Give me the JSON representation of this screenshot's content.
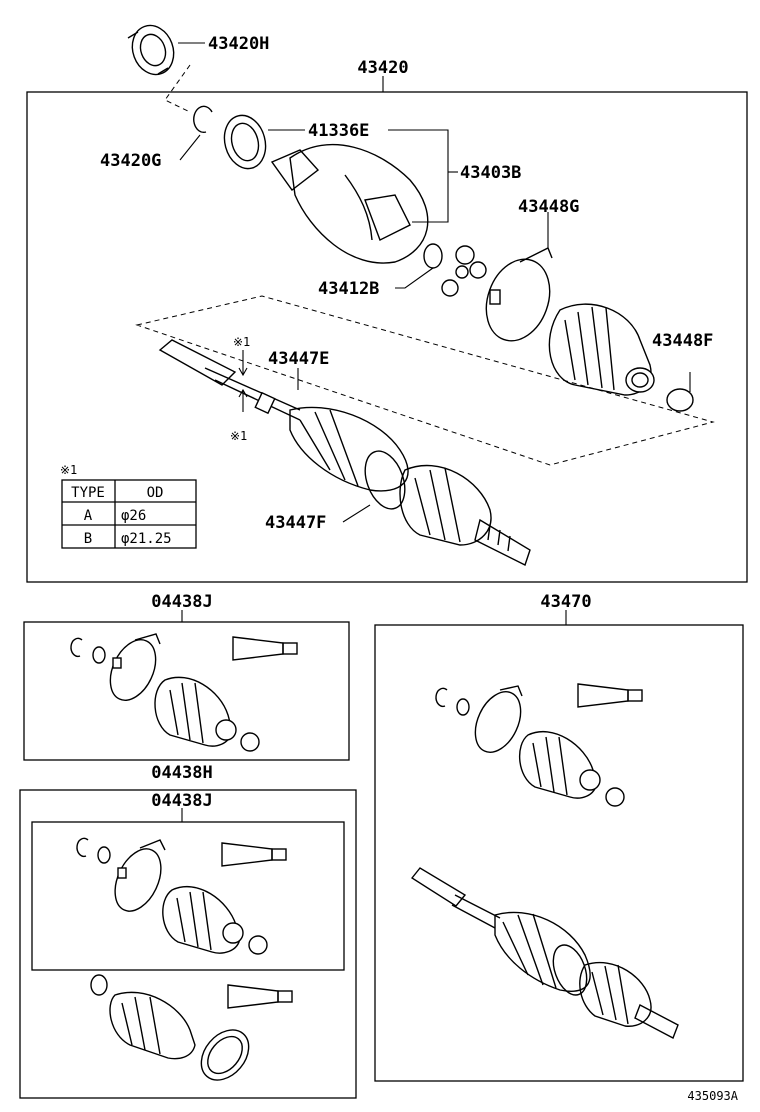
{
  "parts": {
    "p43420H": "43420H",
    "p43420": "43420",
    "p41336E": "41336E",
    "p43420G": "43420G",
    "p43403B": "43403B",
    "p43448G": "43448G",
    "p43412B": "43412B",
    "p43448F": "43448F",
    "p43447E": "43447E",
    "p43447F": "43447F",
    "p04438J_a": "04438J",
    "p04438H": "04438H",
    "p04438J_b": "04438J",
    "p43470": "43470"
  },
  "note_mark": "※1",
  "od_table": {
    "header_type": "TYPE",
    "header_od": "OD",
    "rows": [
      {
        "type": "A",
        "od": "φ26"
      },
      {
        "type": "B",
        "od": "φ21.25"
      }
    ]
  },
  "figure_id": "435093A"
}
